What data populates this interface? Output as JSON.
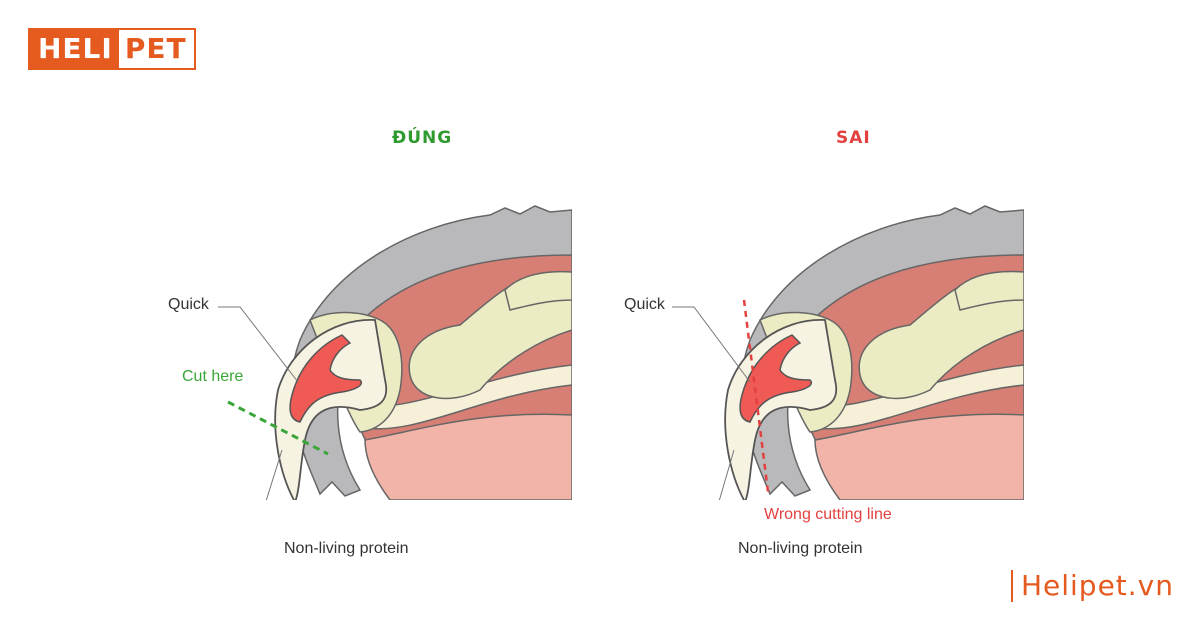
{
  "brand": {
    "logo_left": "HELI",
    "logo_right": "PET",
    "site": "Helipet.vn",
    "accent_color": "#e55a1f"
  },
  "panels": [
    {
      "title": "ĐÚNG",
      "title_color": "#2f9a2f",
      "quick_label": "Quick",
      "cut_label": "Cut here",
      "protein_label": "Non-living protein"
    },
    {
      "title": "SAI",
      "title_color": "#e2413f",
      "quick_label": "Quick",
      "cut_label": "Wrong cutting line",
      "protein_label": "Non-living protein"
    }
  ]
}
